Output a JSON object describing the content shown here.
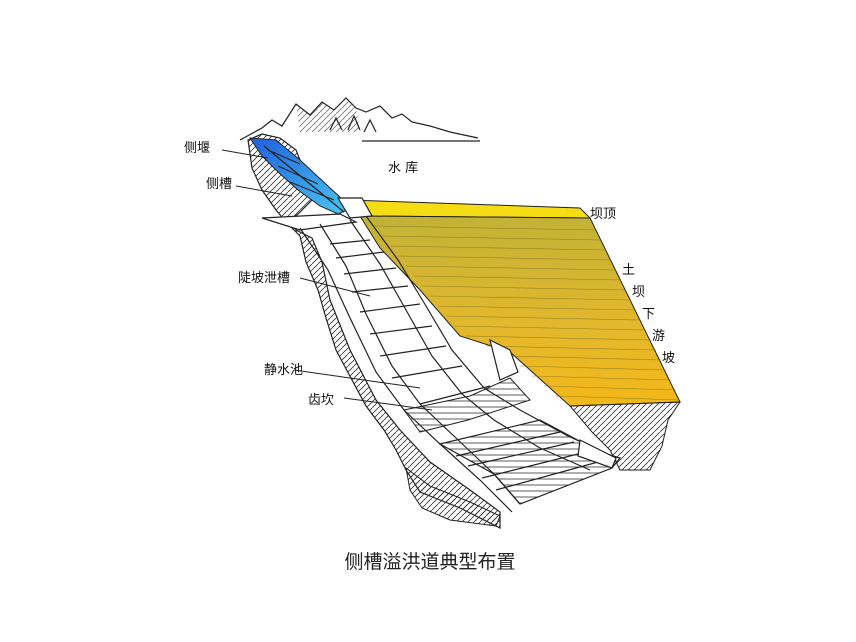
{
  "labels": {
    "side_weir": "侧堰",
    "side_channel": "侧槽",
    "reservoir": "水 库",
    "dam_crest": "坝顶",
    "downstream_slope_chars": [
      "土",
      "坝",
      "下",
      "游",
      "坡"
    ],
    "chute": "陡坡泄槽",
    "stilling_basin": "静水池",
    "cutoff_wall": "齿坎"
  },
  "caption": "侧槽溢洪道典型布置",
  "colors": {
    "water_dark": "#1f5fe0",
    "water_light": "#4cc8f0",
    "dam_top": "#f6dc14",
    "dam_slope_top": "#c2b236",
    "dam_slope_bottom": "#f4b818",
    "ink": "#222222"
  }
}
